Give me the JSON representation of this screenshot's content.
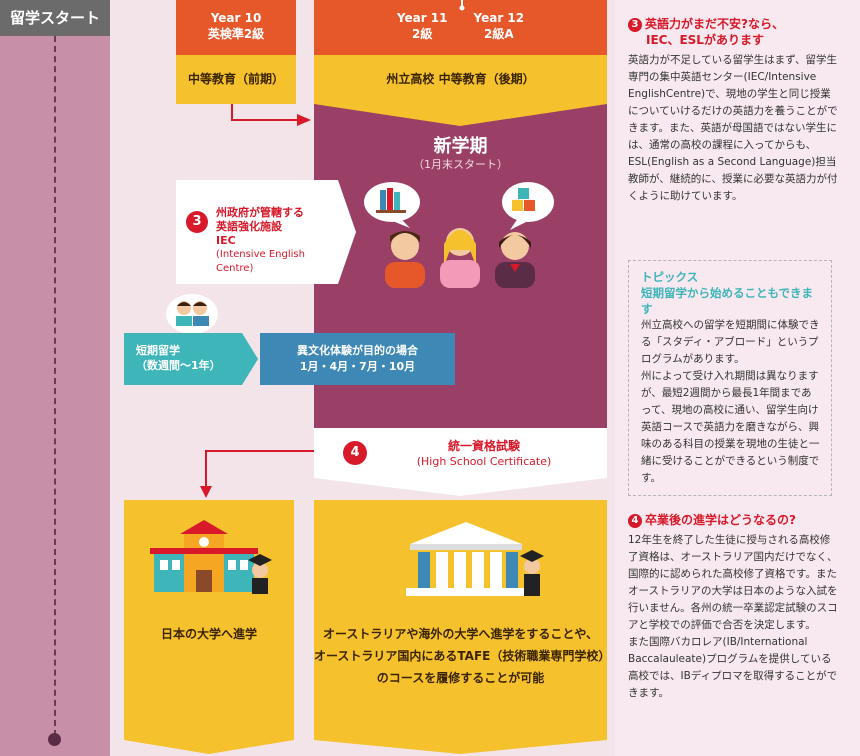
{
  "sidebar": {
    "title": "留学スタート"
  },
  "stages": {
    "year10": {
      "title": "Year 10",
      "note": "英検準2級",
      "label": "中等教育（前期）"
    },
    "year11": {
      "title": "Year 11",
      "note": "2級"
    },
    "year12": {
      "title": "Year 12",
      "note": "2級A"
    },
    "upper_label": "州立高校 中等教育（後期）"
  },
  "new_term": {
    "title": "新学期",
    "subtitle": "（1月末スタート）"
  },
  "iec": {
    "number": "3",
    "line1": "州政府が管轄する",
    "line2": "英語強化施設",
    "name": "IEC",
    "full_name": "(Intensive English Centre)"
  },
  "short_study": {
    "line1": "短期留学",
    "line2": "（数週間〜1年）"
  },
  "culture": {
    "line1": "異文化体験が目的の場合",
    "line2": "1月・4月・7月・10月"
  },
  "exam": {
    "number": "4",
    "title": "統一資格試験",
    "subtitle": "(High School Certificate)"
  },
  "destinations": {
    "japan": "日本の大学へ進学",
    "australia_line1": "オーストラリアや海外の大学へ進学をすることや、",
    "australia_line2": "オーストラリア国内にあるTAFE（技術職業専門学校）",
    "australia_line3": "のコースを履修することが可能"
  },
  "right": {
    "q3": {
      "number": "3",
      "head1": "英語力がまだ不安?なら、",
      "head2": "IEC、ESLがあります",
      "body": "英語力が不足している留学生はまず、留学生専門の集中英語センター(IEC/Intensive EnglishCentre)で、現地の学生と同じ授業についていけるだけの英語力を養うことができます。また、英語が母国語ではない学生には、通常の高校の課程に入ってからも、ESL(English as a Second Language)担当教師が、継続的に、授業に必要な英語力が付くように助けています。"
    },
    "topics": {
      "head1": "トピックス",
      "head2": "短期留学から始めることもできます",
      "body1": "州立高校への留学を短期間に体験できる「スタディ・アブロード」というプログラムがあります。",
      "body2": "州によって受け入れ期間は異なりますが、最短2週間から最長1年間まであって、現地の高校に通い、留学生向け英語コースで英語力を磨きながら、興味のある科目の授業を現地の生徒と一緒に受けることができるという制度です。"
    },
    "q4": {
      "number": "4",
      "head": "卒業後の進学はどうなるの?",
      "body1": "12年生を終了した生徒に授与される高校修了資格は、オーストラリア国内だけでなく、国際的に認められた高校修了資格です。またオーストラリアの大学は日本のような入試を行いません。各州の統一卒業認定試験のスコアと学校での評価で合否を決定します。",
      "body2": "また国際バカロレア(IB/International Baccalauleate)プログラムを提供している高校では、IBディプロマを取得することができます。"
    }
  },
  "colors": {
    "orange": "#e6582a",
    "yellow": "#f5c12c",
    "plum": "#9a3f66",
    "teal": "#3db5b9",
    "blue": "#3e88b5",
    "red": "#d7192a"
  }
}
